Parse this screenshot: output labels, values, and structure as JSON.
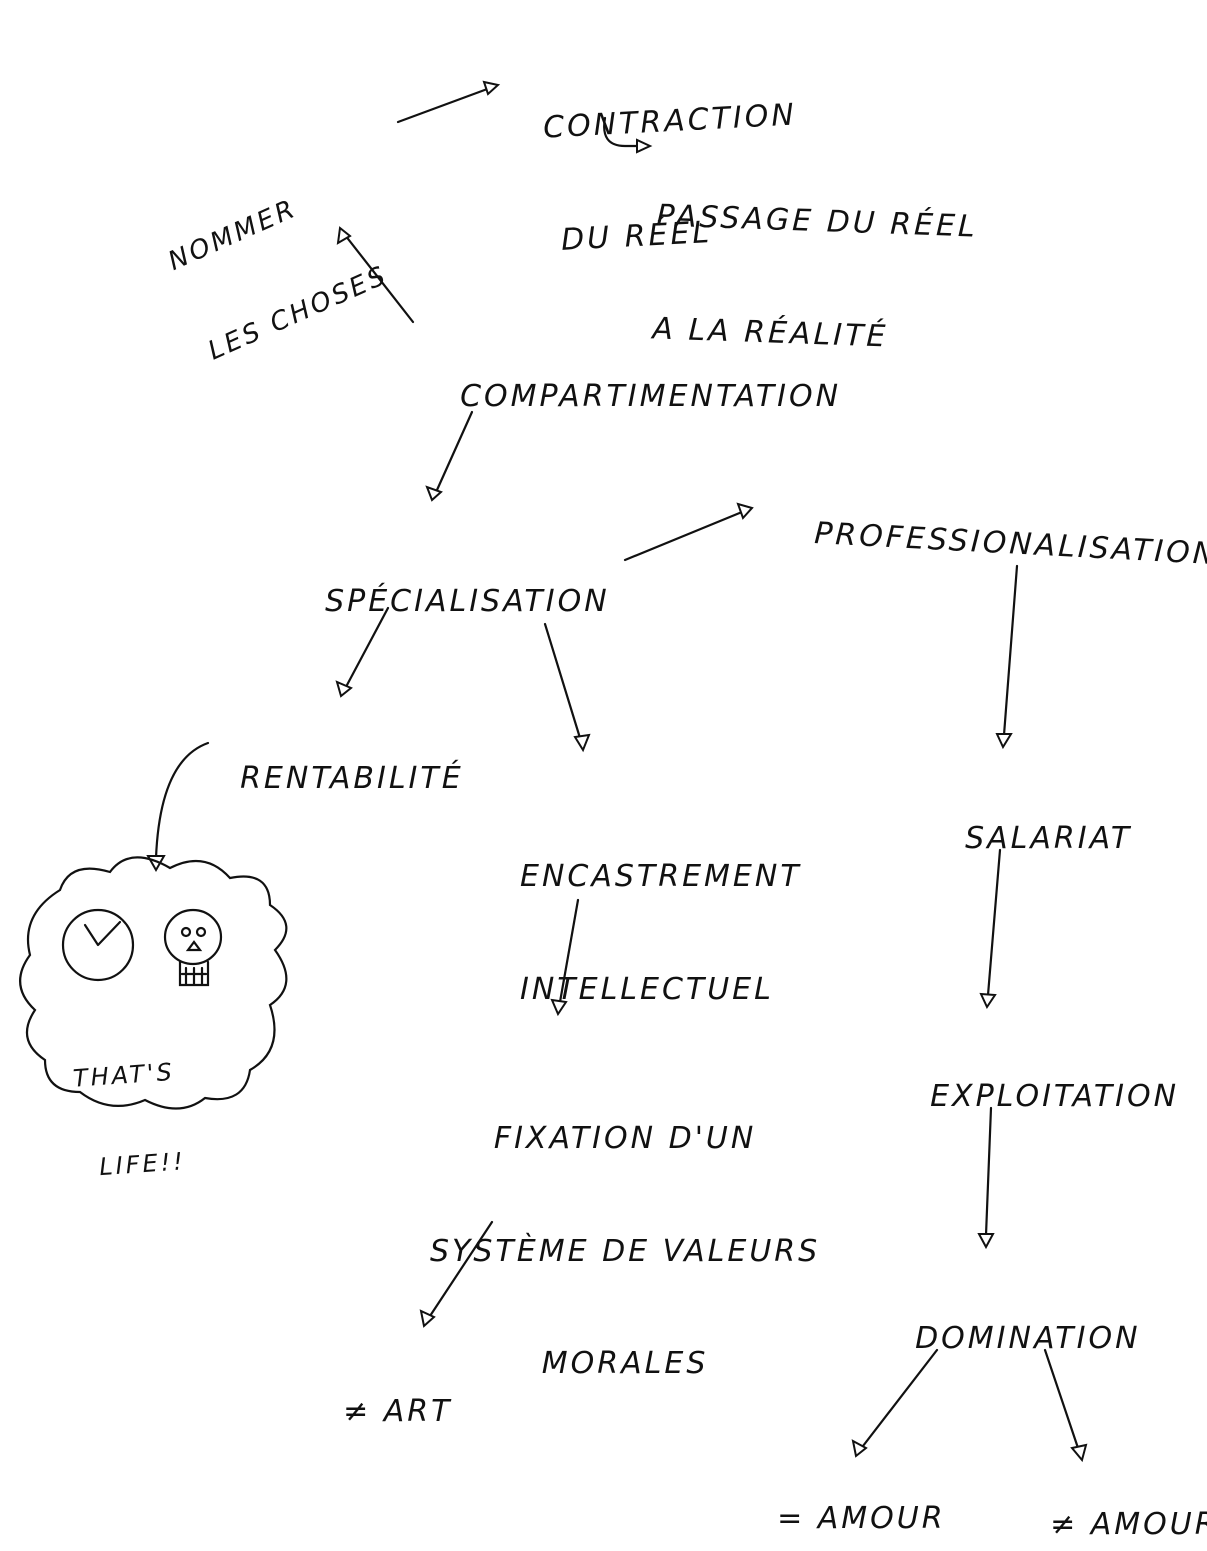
{
  "nodes": {
    "contraction": [
      "CONTRACTION",
      "DU RÉEL"
    ],
    "passage": [
      "PASSAGE DU RÉEL",
      "A LA RÉALITÉ"
    ],
    "nommer": [
      "NOMMER",
      "LES CHOSES"
    ],
    "compartimentation": "COMPARTIMENTATION",
    "specialisation": "SPÉCIALISATION",
    "professionalisation": "PROFESSIONALISATION",
    "rentabilite": "RENTABILITÉ",
    "encastrement": [
      "ENCASTREMENT",
      "INTELLECTUEL"
    ],
    "salariat": "SALARIAT",
    "exploitation": "EXPLOITATION",
    "fixation": [
      "FIXATION D'UN",
      "SYSTÈME DE VALEURS",
      "MORALES"
    ],
    "domination": "DOMINATION",
    "art": "≠ ART",
    "amour_eq": "= AMOUR",
    "amour_neq": "≠ AMOUR"
  },
  "cloud": {
    "text": [
      "THAT'S",
      "LIFE!!"
    ],
    "icons": [
      "clock-icon",
      "skull-icon"
    ]
  }
}
